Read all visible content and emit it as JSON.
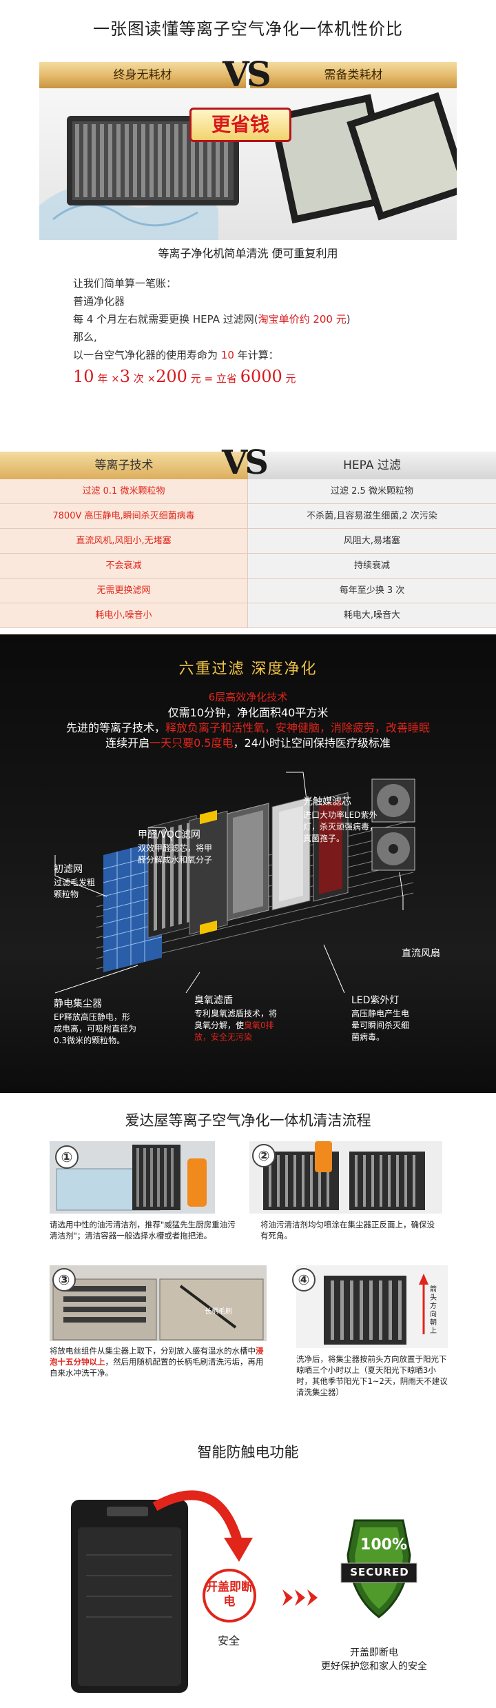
{
  "section1": {
    "title": "一张图读懂等离子空气净化一体机性价比",
    "left_label": "终身无耗材",
    "right_label": "需备类耗材",
    "vs": "VS",
    "badge": "更省钱",
    "caption": "等离子净化机简单清洗 便可重复利用",
    "calc": {
      "line1": "让我们简单算一笔账：",
      "line2": "普通净化器",
      "line3a": "每 4 个月左右就需要更换 HEPA 过滤网(",
      "line3b": "淘宝单价约 200 元",
      "line3c": ")",
      "line4": "那么,",
      "line5a": "以一台空气净化器的使用寿命为 ",
      "line5b": "10",
      "line5c": " 年计算：",
      "f_10": "10",
      "f_nian": "年",
      "f_x1": "×",
      "f_3": "3",
      "f_ci": "次",
      "f_x2": "×",
      "f_200": "200",
      "f_yuan": "元",
      "f_eq": "=",
      "f_save": "立省",
      "f_6000": "6000",
      "f_yuan2": "元"
    }
  },
  "compare": {
    "left_header": "等离子技术",
    "right_header": "HEPA 过滤",
    "vs": "VS",
    "rows": [
      {
        "left": "过滤 0.1 微米颗粒物",
        "right": "过滤 2.5 微米颗粒物"
      },
      {
        "left": "7800V 高压静电,瞬间杀灭细菌病毒",
        "right": "不杀菌,且容易滋生细菌,2 次污染"
      },
      {
        "left": "直流风机,风阻小,无堵塞",
        "right": "风阻大,易堵塞"
      },
      {
        "left": "不会衰减",
        "right": "持续衰减"
      },
      {
        "left": "无需更换滤网",
        "right": "每年至少换 3 次"
      },
      {
        "left": "耗电小,噪音小",
        "right": "耗电大,噪音大"
      }
    ]
  },
  "filter": {
    "title": "六重过滤  深度净化",
    "subtitle": "6层高效净化技术",
    "line1": "仅需10分钟，净化面积40平方米",
    "line2a": "先进的等离子技术，",
    "line2b": "释放负离子和活性氧，安神健脑，消除疲劳，改善睡眠",
    "line3a": "连续开启",
    "line3b": "一天只要0.5度电",
    "line3c": "，24小时让空间保持医疗级标准",
    "photo_label": "光触媒滤芯",
    "photo_desc": "进口大功率LED紫外灯，杀灭顽强病毒，真菌孢子。",
    "voc_label": "甲醛/VOC滤网",
    "voc_desc": "双效甲醛滤芯，将甲醛分解成水和氧分子",
    "primary_label": "初滤网",
    "primary_desc": "过滤毛发粗颗粒物",
    "fan_label": "直流风扇",
    "esp_label": "静电集尘器",
    "esp_desc": "EP释放高压静电，形成电离，可吸附直径为0.3微米的颗粒物。",
    "ozone_label": "臭氧滤盾",
    "ozone_desc_a": "专利臭氧滤盾技术，将臭氧分解，使",
    "ozone_desc_b": "臭氧0排放，安全无污染",
    "led_label": "LED紫外灯",
    "led_desc": "高压静电产生电晕可瞬间杀灭细菌病毒。"
  },
  "clean": {
    "title": "爱达屋等离子空气净化一体机清洁流程",
    "step1_num": "①",
    "step1_text": "请选用中性的油污清洁剂，推荐\"威猛先生厨房重油污清洁剂\"；清洁容器一般选择水槽或者拖把池。",
    "step2_num": "②",
    "step2_text": "将油污清洁剂均匀喷涂在集尘器正反面上，确保没有死角。",
    "step3_num": "③",
    "step3_text_a": "将放电丝组件从集尘器上取下，分别放入盛有温水的水槽中",
    "step3_text_b": "浸泡十五分钟以上",
    "step3_text_c": "，然后用随机配置的长柄毛刷清洗污垢，再用自来水冲洗干净。",
    "step4_num": "④",
    "step4_text": "洗净后，将集尘器按前头方向放置于阳光下晾晒三个小时以上（夏天阳光下晾晒3小时，其他季节阳光下1~2天，阴雨天不建议清洗集尘器）",
    "step4_arrow_text": "箭头方向朝上",
    "brush_text": "长柄毛刷"
  },
  "safety": {
    "title": "智能防触电功能",
    "bubble": "开盖即断电",
    "safe": "安全",
    "shield_pct": "100%",
    "shield_word": "SECURED",
    "desc1": "开盖即断电",
    "desc2": "更好保护您和家人的安全"
  }
}
